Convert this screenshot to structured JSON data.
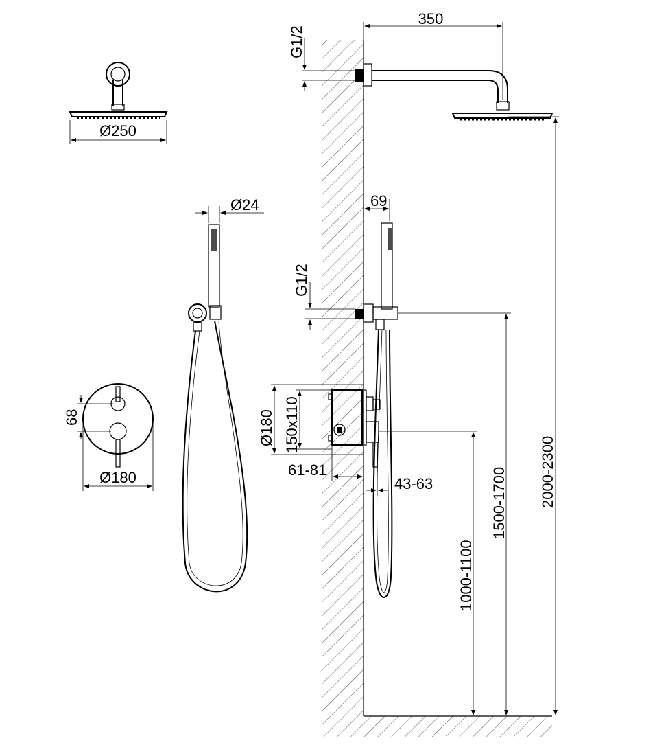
{
  "dimensions": {
    "arm_length": "350",
    "inlet_thread_top": "G1/2",
    "head_diameter": "Ø250",
    "hand_shower_diameter": "Ø24",
    "holder_offset": "69",
    "inlet_thread_bottom": "G1/2",
    "handle_spacing": "68",
    "plate_diameter_front": "Ø180",
    "plate_diameter_side": "Ø180",
    "box_size": "150x110",
    "box_depth": "61-81",
    "trim_depth": "43-63",
    "mixer_height": "1000-1100",
    "holder_height": "1500-1700",
    "head_height": "2000-2300"
  }
}
